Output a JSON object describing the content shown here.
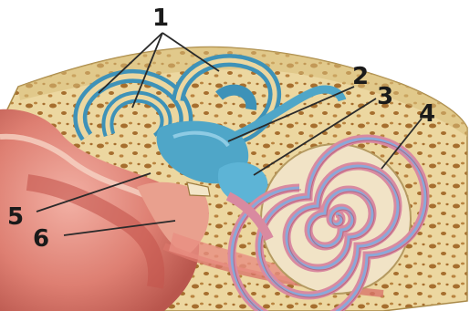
{
  "labels": {
    "l1": "1",
    "l2": "2",
    "l3": "3",
    "l4": "4",
    "l5": "5",
    "l6": "6"
  },
  "colors": {
    "bone": "#ecd7a0",
    "bone_pores": "#a66e2e",
    "membranous_labyrinth": "#4fa6c8",
    "tissue": "#dd7a70",
    "cochlea_pink": "#d98aa0",
    "cochlea_blue": "#8aa8d8",
    "leader_lines": "#2a2a2a"
  }
}
